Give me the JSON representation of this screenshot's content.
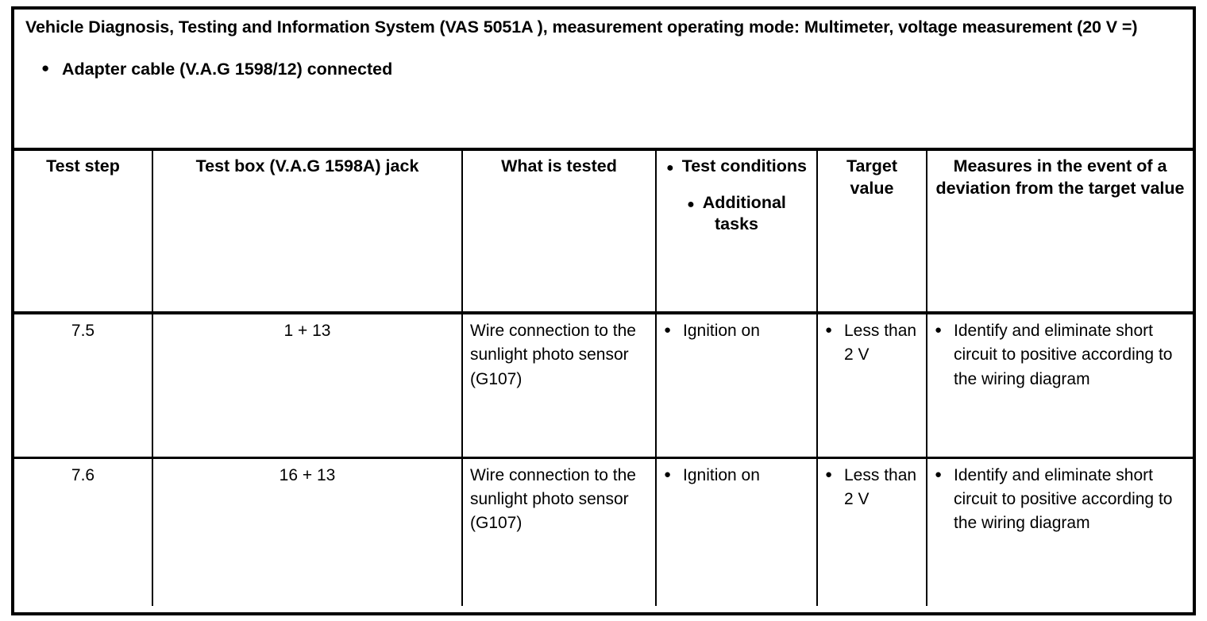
{
  "document": {
    "intro": {
      "title": "Vehicle Diagnosis, Testing and Information System (VAS 5051A ), measurement operating mode: Multimeter, voltage measurement (20 V =)",
      "bullets": [
        "Adapter cable (V.A.G 1598/12) connected"
      ],
      "bullet_glyph": "●"
    },
    "table": {
      "bullet_glyph": "●",
      "columns": [
        {
          "label": "Test step"
        },
        {
          "label": "Test box (V.A.G 1598A) jack"
        },
        {
          "label": "What is tested"
        },
        {
          "label_bullets": [
            "Test conditions",
            "Additional tasks"
          ]
        },
        {
          "label": "Target value"
        },
        {
          "label": "Measures in the event of a deviation from the target value"
        }
      ],
      "rows": [
        {
          "test_step": "7.5",
          "jack": "1 + 13",
          "what_is_tested": "Wire connection to the sunlight photo sensor (G107)",
          "test_conditions": [
            "Ignition on"
          ],
          "target_value": [
            "Less than 2 V"
          ],
          "measures": [
            "Identify and eliminate short circuit to positive according to the wiring diagram"
          ]
        },
        {
          "test_step": "7.6",
          "jack": "16 + 13",
          "what_is_tested": "Wire connection to the sunlight photo sensor (G107)",
          "test_conditions": [
            "Ignition on"
          ],
          "target_value": [
            "Less than 2 V"
          ],
          "measures": [
            "Identify and eliminate short circuit to positive according to the wiring diagram"
          ]
        }
      ]
    },
    "colors": {
      "border": "#000000",
      "text": "#000000",
      "background": "#ffffff"
    }
  }
}
